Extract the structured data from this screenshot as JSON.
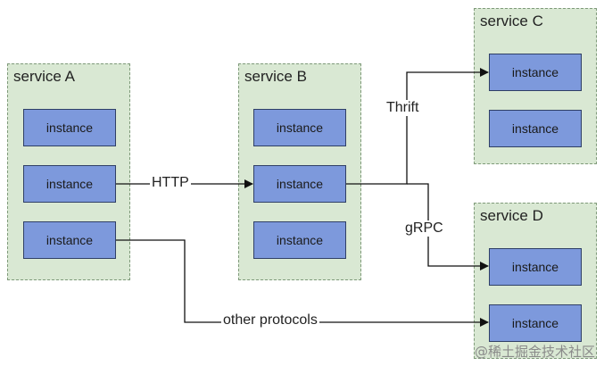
{
  "services": {
    "a": {
      "title": "service A",
      "instances": [
        "instance",
        "instance",
        "instance"
      ]
    },
    "b": {
      "title": "service B",
      "instances": [
        "instance",
        "instance",
        "instance"
      ]
    },
    "c": {
      "title": "service C",
      "instances": [
        "instance",
        "instance"
      ]
    },
    "d": {
      "title": "service D",
      "instances": [
        "instance",
        "instance"
      ]
    }
  },
  "edges": {
    "http": "HTTP",
    "thrift": "Thrift",
    "grpc": "gRPC",
    "other": "other protocols"
  },
  "watermark": "@稀土掘金技术社区",
  "colors": {
    "service_fill": "#d9e8d3",
    "instance_fill": "#7d99dc",
    "instance_border": "#2f3f66"
  }
}
